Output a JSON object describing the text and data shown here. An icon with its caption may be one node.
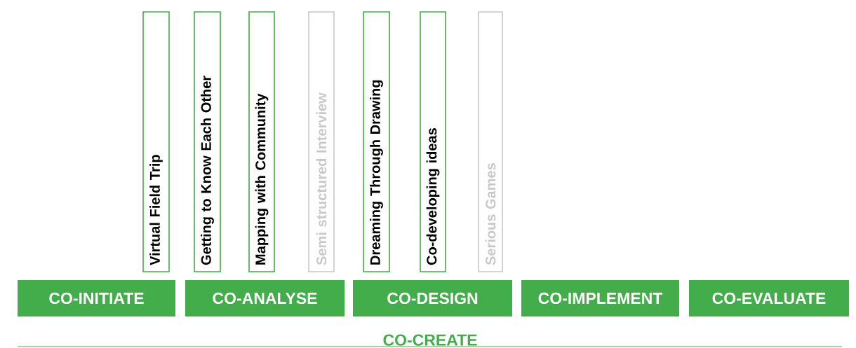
{
  "diagram": {
    "nodes": [
      {
        "text": [
          "Virtual Field Trip"
        ]
      },
      {
        "text": [
          "Getting to Know Each Other"
        ]
      },
      {
        "text": [
          "Mapping with Community"
        ]
      },
      {
        "text": [
          "Semi structured Interview"
        ]
      },
      {
        "text": [
          "Dreaming Through Drawing"
        ]
      },
      {
        "text": [
          "Co-developing ideas"
        ]
      },
      {
        "text": [
          "Serious Games"
        ]
      },
      {
        "text": [
          "CO-INITIATE"
        ]
      },
      {
        "text": [
          "CO-ANALYSE"
        ]
      },
      {
        "text": [
          "CO-DESIGN"
        ]
      },
      {
        "text": [
          "CO-IMPLEMENT"
        ]
      },
      {
        "text": [
          "CO-EVALUATE"
        ]
      }
    ],
    "labels": [
      "CO-CREATE"
    ]
  }
}
